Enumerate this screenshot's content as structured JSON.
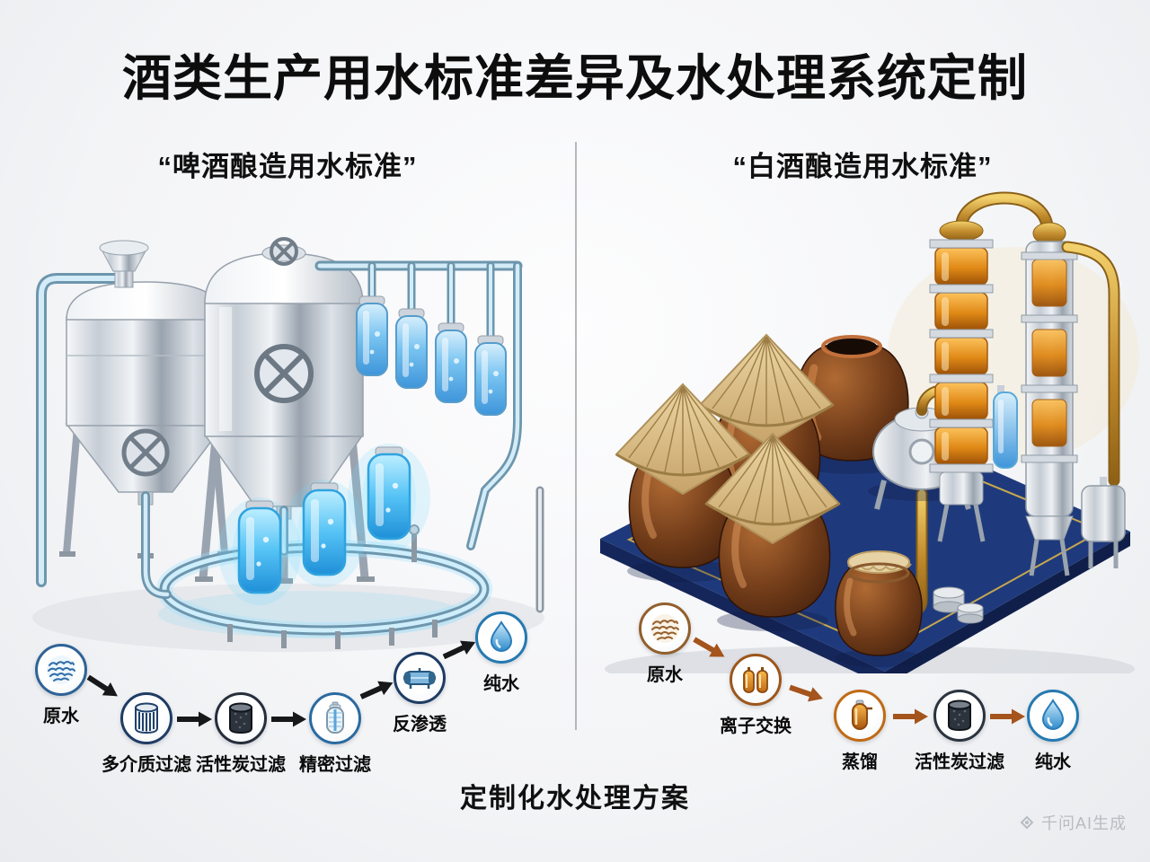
{
  "title": "酒类生产用水标准差异及水处理系统定制",
  "footer": "定制化水处理方案",
  "watermark": "千问AI生成",
  "left_section": {
    "subtitle": "“啤酒酿造用水标准”",
    "flow": [
      {
        "label": "原水",
        "icon": "raw-water-icon"
      },
      {
        "label": "多介质过滤",
        "icon": "multimedia-filter-icon"
      },
      {
        "label": "活性炭过滤",
        "icon": "carbon-filter-icon"
      },
      {
        "label": "精密过滤",
        "icon": "precision-filter-icon"
      },
      {
        "label": "反渗透",
        "icon": "reverse-osmosis-icon"
      },
      {
        "label": "纯水",
        "icon": "pure-water-icon"
      }
    ]
  },
  "right_section": {
    "subtitle": "“白酒酿造用水标准”",
    "flow": [
      {
        "label": "原水",
        "icon": "raw-water-icon"
      },
      {
        "label": "离子交换",
        "icon": "ion-exchange-icon"
      },
      {
        "label": "蒸馏",
        "icon": "distillation-icon"
      },
      {
        "label": "活性炭过滤",
        "icon": "carbon-filter-icon"
      },
      {
        "label": "纯水",
        "icon": "pure-water-icon"
      }
    ]
  },
  "colors": {
    "left_arrow": "#17181a",
    "right_arrow": "#a4541c",
    "beer_accent": "#3f9bdc",
    "baijiu_amber": "#b45309",
    "platform_navy": "#1f3a7c",
    "gold_trim": "#d9b44a"
  }
}
